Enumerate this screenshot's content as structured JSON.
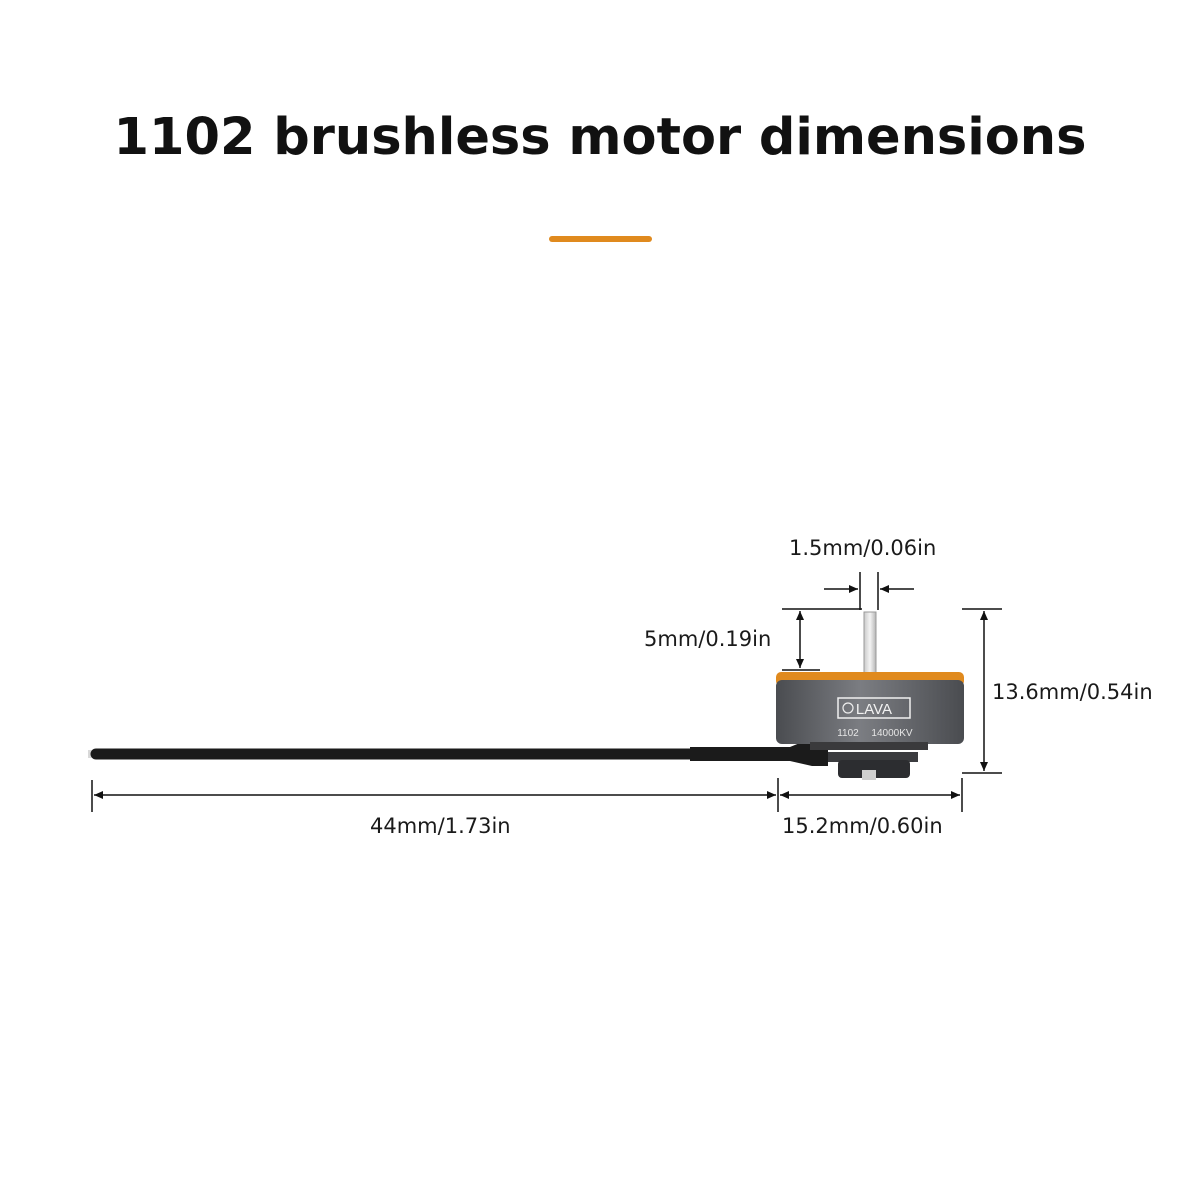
{
  "title": "1102 brushless motor dimensions",
  "colors": {
    "accent": "#e08a1e",
    "motor_body": "#5f6166",
    "motor_accent": "#e08a1e",
    "wire": "#1b1b1b",
    "dimension_line": "#111111"
  },
  "motor": {
    "brand_label": "LAVA",
    "model_label": "1102",
    "kv_label": "14000KV"
  },
  "dimensions": {
    "shaft_diameter": "1.5mm/0.06in",
    "shaft_height": "5mm/0.19in",
    "total_height": "13.6mm/0.54in",
    "wire_length": "44mm/1.73in",
    "motor_width": "15.2mm/0.60in"
  }
}
